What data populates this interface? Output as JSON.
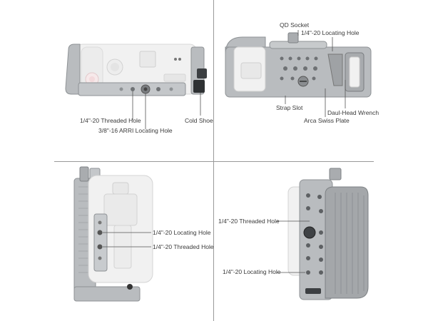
{
  "panels": {
    "top_left": {
      "labels": {
        "threaded_hole": "1/4\"-20 Threaded Hole",
        "arri_hole": "3/8\"-16 ARRI Locating Hole",
        "cold_shoe": "Cold Shoe"
      }
    },
    "top_right": {
      "labels": {
        "qd_socket": "QD  Socket",
        "locating_hole": "1/4\"-20 Locating Hole",
        "strap_slot": "Strap Slot",
        "dual_head_wrench": "Daul-Head Wrench",
        "arca_plate": "Arca Swiss Plate"
      }
    },
    "bottom_left": {
      "labels": {
        "locating_hole": "1/4\"-20 Locating Hole",
        "threaded_hole": "1/4\"-20 Threaded Hole"
      }
    },
    "bottom_right": {
      "labels": {
        "threaded_hole": "1/4\"-20 Threaded Hole",
        "locating_hole": "1/4\"-20 Locating Hole"
      }
    }
  },
  "colors": {
    "cage_metal": "#b9bcbf",
    "cage_dark": "#8e9295",
    "camera_body": "#f1f1f1",
    "leader_line": "#555555",
    "divider": "#999999"
  }
}
